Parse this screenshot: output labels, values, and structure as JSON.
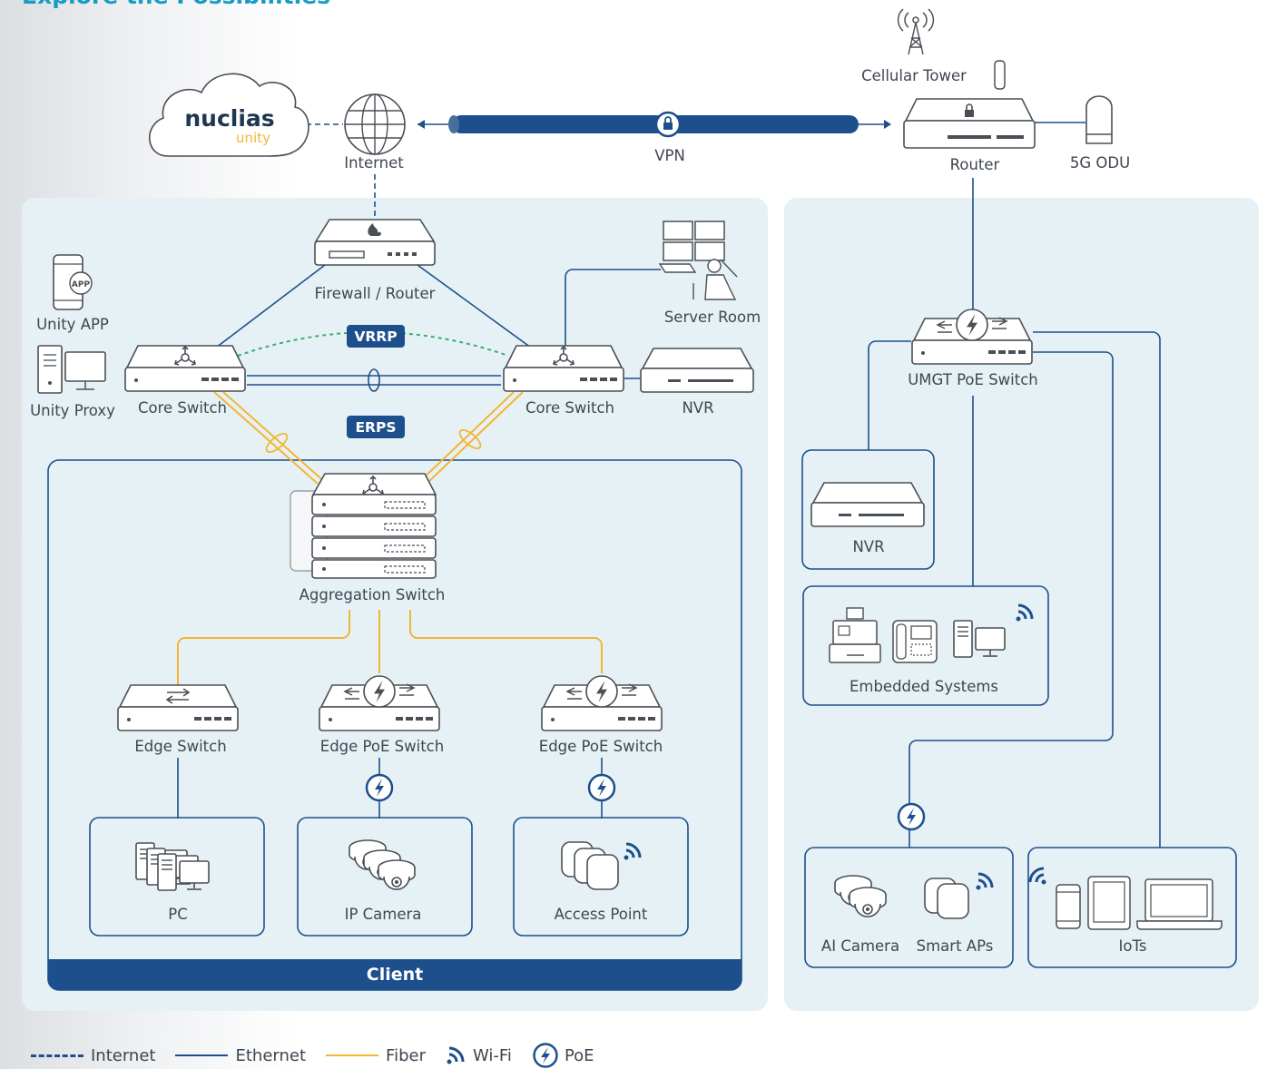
{
  "heading": "Explore the Possibilities",
  "brand": {
    "logo_word": "nuclias",
    "logo_sub": "unity"
  },
  "labels": {
    "internet": "Internet",
    "vpn": "VPN",
    "cellular_tower": "Cellular Tower",
    "router": "Router",
    "odu": "5G ODU",
    "firewall": "Firewall / Router",
    "server_room": "Server Room",
    "unity_app": "Unity APP",
    "unity_proxy": "Unity Proxy",
    "core_switch_left": "Core Switch",
    "core_switch_right": "Core Switch",
    "nvr_left": "NVR",
    "vrrp": "VRRP",
    "erps": "ERPS",
    "aggregation_switch": "Aggregation Switch",
    "edge_switch": "Edge Switch",
    "edge_poe_switch_1": "Edge PoE Switch",
    "edge_poe_switch_2": "Edge PoE Switch",
    "pc": "PC",
    "ip_camera": "IP Camera",
    "access_point": "Access Point",
    "client": "Client",
    "umgt_poe_switch": "UMGT PoE Switch",
    "nvr_right": "NVR",
    "embedded_systems": "Embedded Systems",
    "ai_camera": "AI Camera",
    "smart_aps": "Smart APs",
    "iots": "IoTs",
    "app_badge": "APP"
  },
  "legend": [
    {
      "key": "internet",
      "label": "Internet"
    },
    {
      "key": "ethernet",
      "label": "Ethernet"
    },
    {
      "key": "fiber",
      "label": "Fiber"
    },
    {
      "key": "wifi",
      "label": "Wi-Fi"
    },
    {
      "key": "poe",
      "label": "PoE"
    }
  ],
  "colors": {
    "ethernet": "#1d4f8c",
    "fiber": "#f2b632",
    "internet": "#1d4f8c",
    "tag_bg": "#1d4f8c",
    "panel_bg": "#e6f1f6",
    "vrrp": "#3cae6a",
    "heading": "#1a9bc4"
  }
}
